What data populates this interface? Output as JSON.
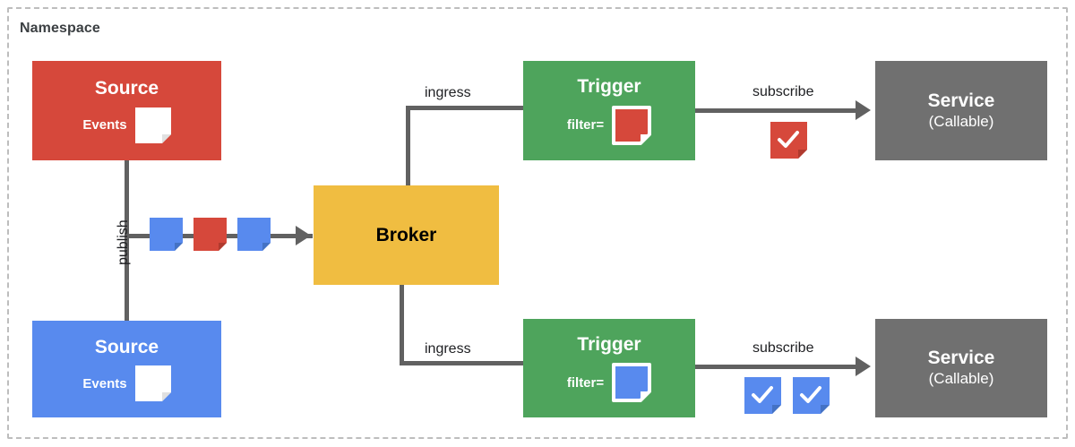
{
  "namespace": {
    "label": "Namespace"
  },
  "colors": {
    "source_red": "#d6483b",
    "source_blue": "#588aee",
    "broker_yellow": "#f0bd41",
    "trigger_green": "#4ea45c",
    "service_gray": "#707070",
    "connector_gray": "#616161",
    "namespace_border": "#bdbdbd",
    "white": "#ffffff"
  },
  "nodes": {
    "source_red": {
      "title": "Source",
      "row_label": "Events",
      "event_color": "#ffffff"
    },
    "source_blue": {
      "title": "Source",
      "row_label": "Events",
      "event_color": "#ffffff"
    },
    "broker": {
      "title": "Broker"
    },
    "trigger_top": {
      "title": "Trigger",
      "row_label": "filter=",
      "filter_color": "#d6483b"
    },
    "trigger_bottom": {
      "title": "Trigger",
      "row_label": "filter=",
      "filter_color": "#588aee"
    },
    "service_top": {
      "title": "Service",
      "subtitle": "(Callable)"
    },
    "service_bottom": {
      "title": "Service",
      "subtitle": "(Callable)"
    }
  },
  "edges": {
    "publish": {
      "label": "publish"
    },
    "ingress_top": {
      "label": "ingress"
    },
    "ingress_bottom": {
      "label": "ingress"
    },
    "subscribe_top": {
      "label": "subscribe"
    },
    "subscribe_bottom": {
      "label": "subscribe"
    }
  },
  "event_stream": {
    "items": [
      {
        "color": "#588aee"
      },
      {
        "color": "#d6483b"
      },
      {
        "color": "#588aee"
      }
    ]
  },
  "subscribe_badges": {
    "top": [
      {
        "color": "#d6483b",
        "glyph": "check"
      }
    ],
    "bottom": [
      {
        "color": "#588aee",
        "glyph": "check"
      },
      {
        "color": "#588aee",
        "glyph": "check"
      }
    ]
  }
}
